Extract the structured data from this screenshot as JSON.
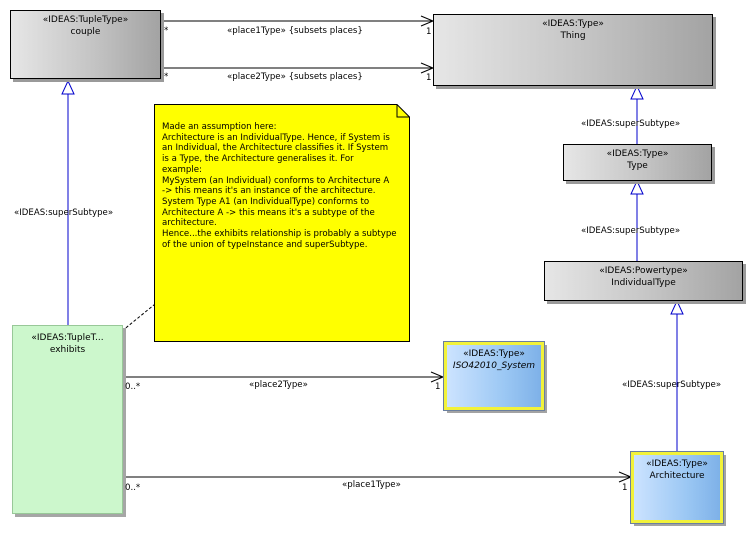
{
  "elements": {
    "couple": {
      "stereotype": "«IDEAS:TupleType»",
      "name": "couple"
    },
    "thing": {
      "stereotype": "«IDEAS:Type»",
      "name": "Thing"
    },
    "type": {
      "stereotype": "«IDEAS:Type»",
      "name": "Type"
    },
    "individualtype": {
      "stereotype": "«IDEAS:Powertype»",
      "name": "IndividualType"
    },
    "exhibits": {
      "stereotype": "«IDEAS:TupleT...",
      "name": "exhibits"
    },
    "iso42010": {
      "stereotype": "«IDEAS:Type»",
      "name": "ISO42010_System"
    },
    "architecture": {
      "stereotype": "«IDEAS:Type»",
      "name": "Architecture"
    }
  },
  "note": {
    "text": "Made an assumption here:\nArchitecture is an IndividualType. Hence, if System is\nan Individual, the Architecture classifies it. If System\nis a Type, the Architecture generalises it. For\nexample:\nMySystem (an Individual) conforms to Architecture A\n-> this means it's an instance of the architecture.\nSystem Type A1 (an IndividualType) conforms to\nArchitecture A -> this means it's a subtype of the\narchitecture.\nHence...the exhibits relationship is probably a subtype\nof the union of typeInstance and superSubtype."
  },
  "connectors": {
    "couple_thing_top": {
      "role": "«place1Type» {subsets places}",
      "src_mult": "*",
      "dst_mult": "1"
    },
    "couple_thing_bottom": {
      "role": "«place2Type» {subsets places}",
      "src_mult": "*",
      "dst_mult": "1"
    },
    "exhibits_couple": {
      "role": "«IDEAS:superSubtype»"
    },
    "thing_type": {
      "role": "«IDEAS:superSubtype»"
    },
    "type_individualtype": {
      "role": "«IDEAS:superSubtype»"
    },
    "individualtype_architecture": {
      "role": "«IDEAS:superSubtype»"
    },
    "exhibits_iso": {
      "role": "«place2Type»",
      "src_mult": "0..*",
      "dst_mult": "1"
    },
    "exhibits_architecture": {
      "role": "«place1Type»",
      "src_mult": "0..*",
      "dst_mult": "1"
    }
  },
  "colors": {
    "generalization": "#0000cc",
    "association": "#000000",
    "note_fill": "#ffff00",
    "highlight_border": "#f2f23a"
  }
}
